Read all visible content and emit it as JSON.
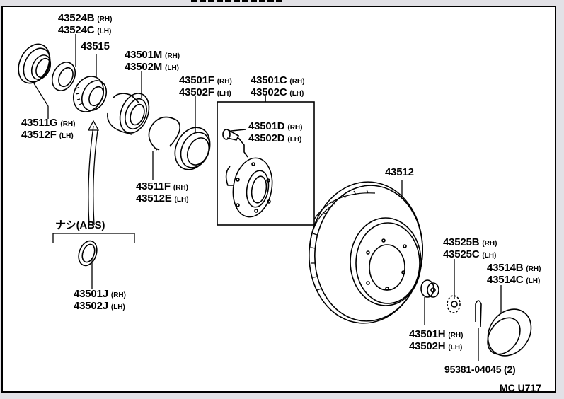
{
  "diagram": {
    "title_id": "MC U717",
    "parts": [
      {
        "id": "p-43524",
        "rows": [
          {
            "num": "43524B",
            "side": "(RH)"
          },
          {
            "num": "43524C",
            "side": "(LH)"
          }
        ]
      },
      {
        "id": "p-43515",
        "rows": [
          {
            "num": "43515",
            "side": ""
          }
        ]
      },
      {
        "id": "p-4350xM",
        "rows": [
          {
            "num": "43501M",
            "side": "(RH)"
          },
          {
            "num": "43502M",
            "side": "(LH)"
          }
        ]
      },
      {
        "id": "p-4350xF",
        "rows": [
          {
            "num": "43501F",
            "side": "(RH)"
          },
          {
            "num": "43502F",
            "side": "(LH)"
          }
        ]
      },
      {
        "id": "p-4350xC",
        "rows": [
          {
            "num": "43501C",
            "side": "(RH)"
          },
          {
            "num": "43502C",
            "side": "(LH)"
          }
        ]
      },
      {
        "id": "p-4350xD",
        "rows": [
          {
            "num": "43501D",
            "side": "(RH)"
          },
          {
            "num": "43502D",
            "side": "(LH)"
          }
        ]
      },
      {
        "id": "p-4351xG",
        "rows": [
          {
            "num": "43511G",
            "side": "(RH)"
          },
          {
            "num": "43512F",
            "side": "(LH)"
          }
        ]
      },
      {
        "id": "p-4351xF",
        "rows": [
          {
            "num": "43511F",
            "side": "(RH)"
          },
          {
            "num": "43512E",
            "side": "(LH)"
          }
        ]
      },
      {
        "id": "p-43512",
        "rows": [
          {
            "num": "43512",
            "side": ""
          }
        ]
      },
      {
        "id": "p-4350xJ",
        "rows": [
          {
            "num": "43501J",
            "side": "(RH)"
          },
          {
            "num": "43502J",
            "side": "(LH)"
          }
        ]
      },
      {
        "id": "p-43525",
        "rows": [
          {
            "num": "43525B",
            "side": "(RH)"
          },
          {
            "num": "43525C",
            "side": "(LH)"
          }
        ]
      },
      {
        "id": "p-43514",
        "rows": [
          {
            "num": "43514B",
            "side": "(RH)"
          },
          {
            "num": "43514C",
            "side": "(LH)"
          }
        ]
      },
      {
        "id": "p-4350xH",
        "rows": [
          {
            "num": "43501H",
            "side": "(RH)"
          },
          {
            "num": "43502H",
            "side": "(LH)"
          }
        ]
      },
      {
        "id": "p-95381",
        "rows": [
          {
            "num": "95381-04045 (2)",
            "side": ""
          }
        ]
      }
    ],
    "abs_note": "ナシ(ABS)"
  }
}
